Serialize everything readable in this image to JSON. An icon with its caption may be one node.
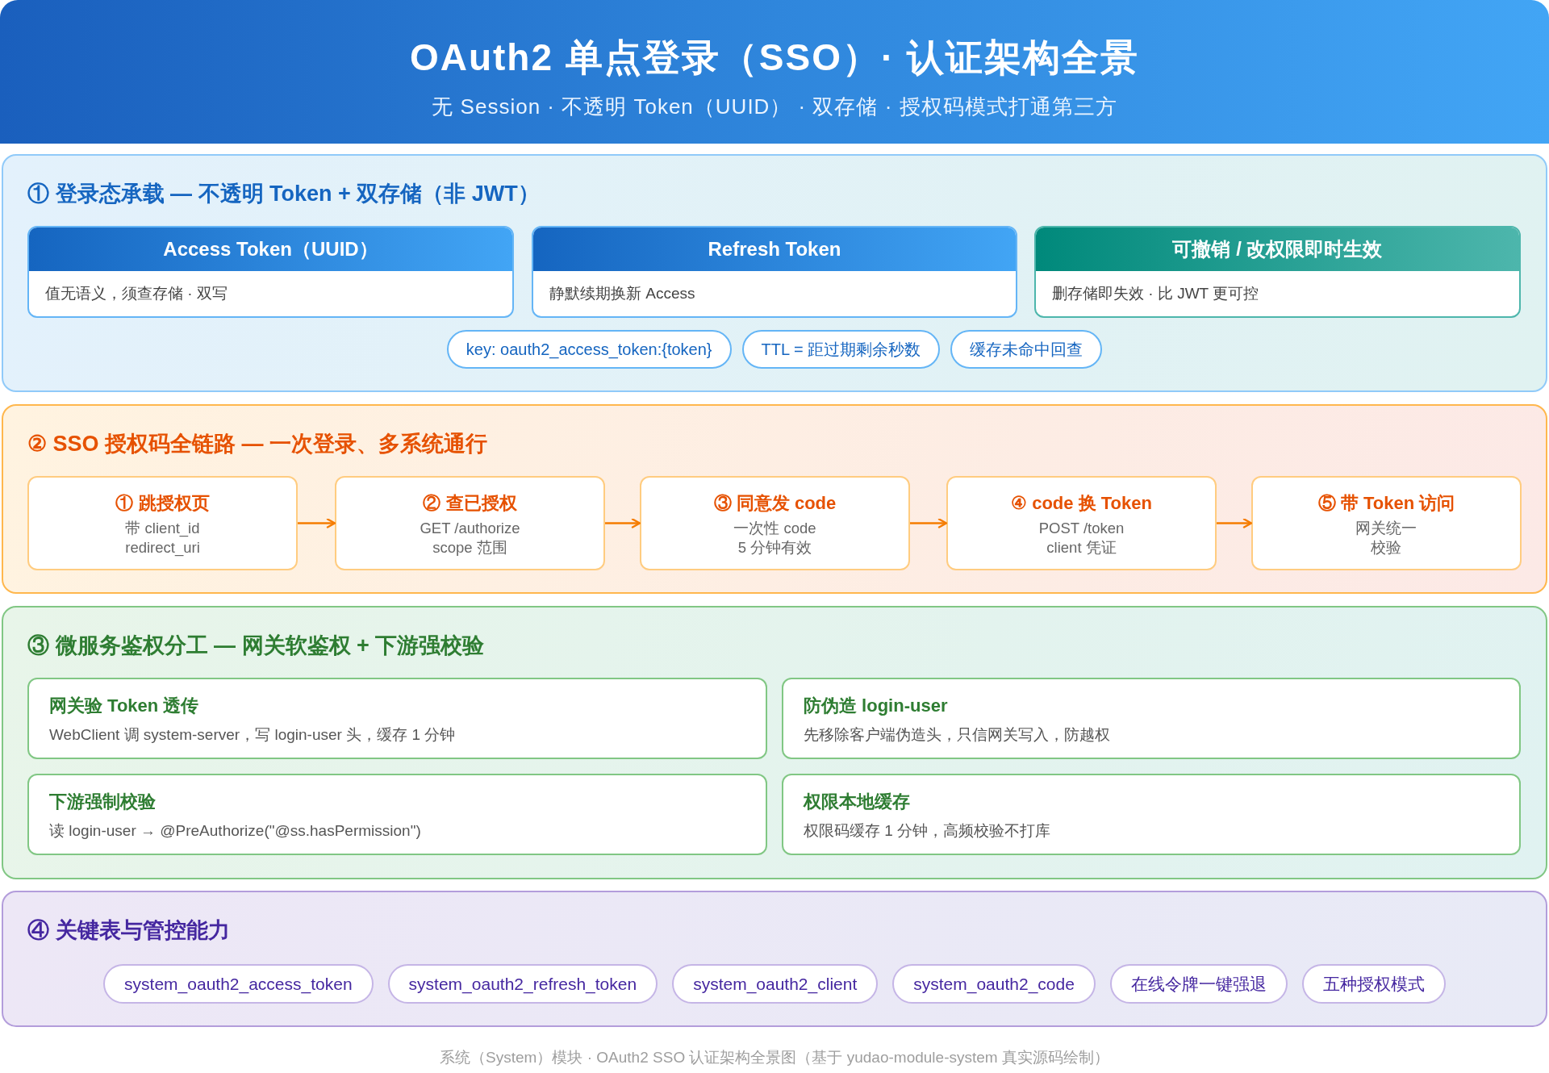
{
  "diagram": {
    "title": "OAuth2 单点登录（SSO）· 认证架构全景",
    "caption": "系统（System）模块 · OAuth2 SSO 认证架构全景图（基于 yudao-module-system 真实源码绘制）",
    "nodes": [
      {
        "text": [
          "① 登录态承载 — 不透明 Token + 双存储（非 JWT）"
        ]
      },
      {
        "text": [
          "Access Token（UUID）",
          "值无语义，须查存储 · 双写"
        ],
        "in": 0
      },
      {
        "text": [
          "Refresh Token",
          "静默续期换新 Access"
        ],
        "in": 0
      },
      {
        "text": [
          "可撤销 / 改权限即时生效",
          "删存储即失效 · 比 JWT 更可控"
        ],
        "in": 0
      },
      {
        "text": [
          "key: oauth2_access_token:{token}"
        ],
        "in": 0
      },
      {
        "text": [
          "TTL = 距过期剩余秒数"
        ],
        "in": 0
      },
      {
        "text": [
          "缓存未命中回查"
        ],
        "in": 0
      },
      {
        "text": [
          "② SSO 授权码全链路 — 一次登录、多系统通行"
        ]
      },
      {
        "text": [
          "① 跳授权页",
          "带 client_id redirect_uri"
        ],
        "in": 7
      },
      {
        "text": [
          "② 查已授权",
          "GET /authorize scope 范围"
        ],
        "in": 7
      },
      {
        "text": [
          "③ 同意发 code",
          "一次性 code 5 分钟有效"
        ],
        "in": 7
      },
      {
        "text": [
          "④ code 换 Token",
          "POST /token client 凭证"
        ],
        "in": 7
      },
      {
        "text": [
          "⑤ 带 Token 访问",
          "网关统一校验"
        ],
        "in": 7
      },
      {
        "text": [
          "③ 微服务鉴权分工 — 网关软鉴权 + 下游强校验"
        ]
      },
      {
        "text": [
          "网关验 Token 透传",
          "WebClient 调 system-server，写 login-user 头，缓存 1 分钟"
        ],
        "in": 13
      },
      {
        "text": [
          "防伪造 login-user",
          "先移除客户端伪造头，只信网关写入，防越权"
        ],
        "in": 13
      },
      {
        "text": [
          "下游强制校验",
          "读 login-user → @PreAuthorize(\"@ss.hasPermission\")"
        ],
        "in": 13
      },
      {
        "text": [
          "权限本地缓存",
          "权限码缓存 1 分钟，高频校验不打库"
        ],
        "in": 13
      },
      {
        "text": [
          "④ 关键表与管控能力"
        ]
      },
      {
        "text": [
          "system_oauth2_access_token"
        ],
        "in": 18
      },
      {
        "text": [
          "system_oauth2_refresh_token"
        ],
        "in": 18
      },
      {
        "text": [
          "system_oauth2_client"
        ],
        "in": 18
      },
      {
        "text": [
          "system_oauth2_code"
        ],
        "in": 18
      },
      {
        "text": [
          "在线令牌一键强退"
        ],
        "in": 18
      },
      {
        "text": [
          "五种授权模式"
        ],
        "in": 18
      }
    ],
    "edges": [
      {
        "from": 8,
        "to": 9,
        "arrow": "to"
      },
      {
        "from": 9,
        "to": 10,
        "arrow": "to"
      },
      {
        "from": 10,
        "to": 11,
        "arrow": "to"
      },
      {
        "from": 11,
        "to": 12,
        "arrow": "to"
      }
    ],
    "labels": [
      "无 Session · 不透明 Token（UUID） · 双存储 · 授权码模式打通第三方"
    ]
  }
}
